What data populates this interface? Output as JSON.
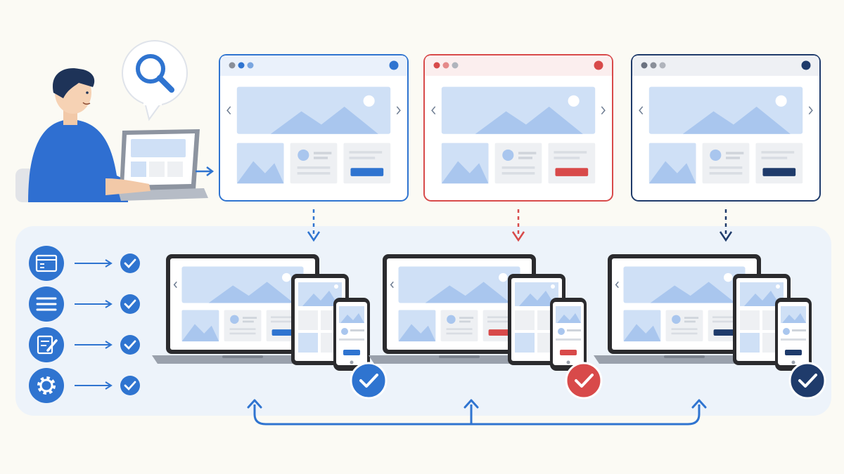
{
  "colors": {
    "background": "#fbfaf4",
    "panel": "#edf3fa",
    "blue_theme": "#2f74d0",
    "red_theme": "#d84a4a",
    "navy_theme": "#1f3b6b",
    "light_blue": "#cfe0f6",
    "light_gray": "#eef0f3",
    "device_dark": "#2b2b2e"
  },
  "user": {
    "icons": [
      "person-icon",
      "laptop-icon",
      "speech-bubble-icon",
      "search-icon"
    ]
  },
  "theme_variants": [
    {
      "name": "blue",
      "accent": "#2f74d0",
      "dots": [
        "#8a8f99",
        "#2f74d0",
        "#7aa6e0"
      ],
      "check": "#2f74d0"
    },
    {
      "name": "red",
      "accent": "#d84a4a",
      "dots": [
        "#d84a4a",
        "#e58a8a",
        "#b0b4bc"
      ],
      "check": "#d84a4a"
    },
    {
      "name": "navy",
      "accent": "#1f3b6b",
      "dots": [
        "#6b7280",
        "#8a8f99",
        "#b0b4bc"
      ],
      "check": "#1f3b6b"
    }
  ],
  "checklist": [
    {
      "icon": "browser-window-icon",
      "status": "check-icon"
    },
    {
      "icon": "menu-lines-icon",
      "status": "check-icon"
    },
    {
      "icon": "edit-form-icon",
      "status": "check-icon"
    },
    {
      "icon": "gear-icon",
      "status": "check-icon"
    }
  ],
  "connectors": [
    "down-arrow-icon",
    "feedback-loop-arrow-icon"
  ]
}
